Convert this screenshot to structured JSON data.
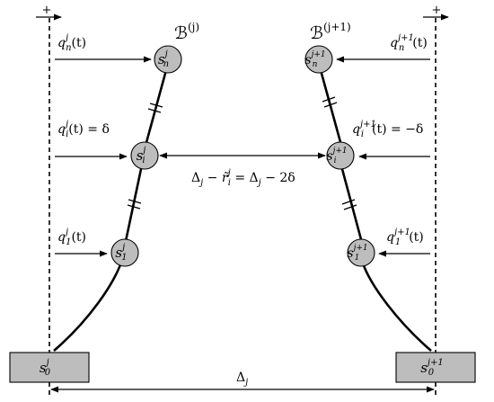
{
  "walls": {
    "left_sign": "+",
    "right_sign": "+"
  },
  "bodies": {
    "left": {
      "title": {
        "base": "ℬ",
        "sup": "(j)"
      },
      "nodes": {
        "n": {
          "base": "s",
          "sub": "n",
          "sup": "j"
        },
        "i": {
          "base": "s",
          "sub": "i",
          "sup": "j"
        },
        "one": {
          "base": "s",
          "sub": "1",
          "sup": "j"
        }
      },
      "base": {
        "base": "s",
        "sub": "0",
        "sup": "j"
      },
      "forces": {
        "n": {
          "base": "q",
          "sub": "n",
          "sup": "j",
          "rest": "(t)"
        },
        "i": {
          "base": "q",
          "sub": "i",
          "sup": "j",
          "rest": "(t) = δ"
        },
        "one": {
          "base": "q",
          "sub": "1",
          "sup": "j",
          "rest": "(t)"
        }
      }
    },
    "right": {
      "title": {
        "base": "ℬ",
        "sup": "(j+1)"
      },
      "nodes": {
        "n": {
          "base": "s",
          "sub": "n",
          "sup": "j+1"
        },
        "i": {
          "base": "s",
          "sub": "i",
          "sup": "j+1"
        },
        "one": {
          "base": "s",
          "sub": "1",
          "sup": "j+1"
        }
      },
      "base": {
        "base": "s",
        "sub": "0",
        "sup": "j+1"
      },
      "forces": {
        "n": {
          "base": "q",
          "sub": "n",
          "sup": "j+1",
          "rest": "(t)"
        },
        "i": {
          "base": "q",
          "sub": "i",
          "sup": "j+1",
          "rest": "(t) = −δ"
        },
        "one": {
          "base": "q",
          "sub": "1",
          "sup": "j+1",
          "rest": "(t)"
        }
      }
    }
  },
  "gap_label": {
    "d1_base": "Δ",
    "d1_sub": "j",
    "minus": " − ",
    "r_base": "r̃",
    "r_sub": "i",
    "r_sup": "j",
    "rest": " = Δ",
    "d2_sub": "j",
    "tail": " − 2δ"
  },
  "bottom_label": {
    "base": "Δ",
    "sub": "j"
  }
}
